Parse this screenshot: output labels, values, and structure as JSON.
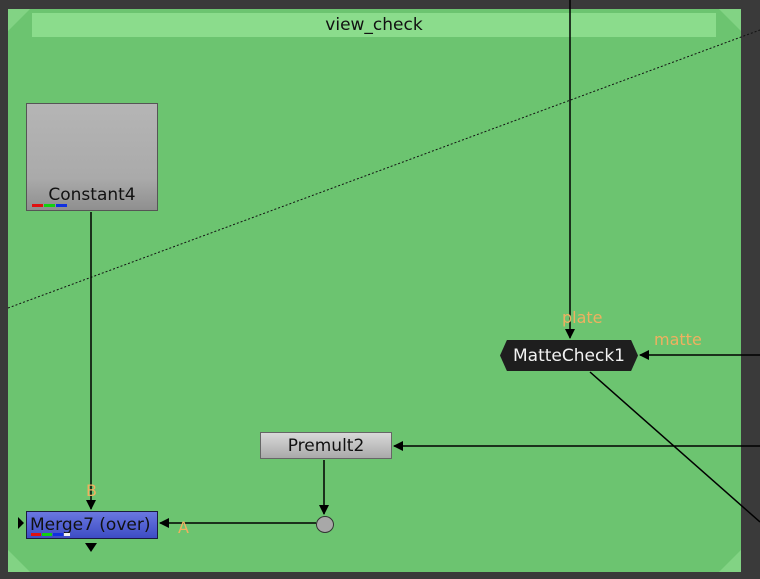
{
  "backdrop": {
    "title": "view_check",
    "color": "#6cc470"
  },
  "nodes": {
    "constant4": {
      "label": "Constant4"
    },
    "premult2": {
      "label": "Premult2"
    },
    "merge7": {
      "label": "Merge7 (over)"
    },
    "mattecheck1": {
      "label": "MatteCheck1"
    }
  },
  "inputs": {
    "plate": "plate",
    "matte": "matte",
    "b": "B",
    "a": "A"
  },
  "colors": {
    "input_label": "#f0b060",
    "merge_node": "#4a58d0",
    "constant_node": "#aaaaaa"
  }
}
